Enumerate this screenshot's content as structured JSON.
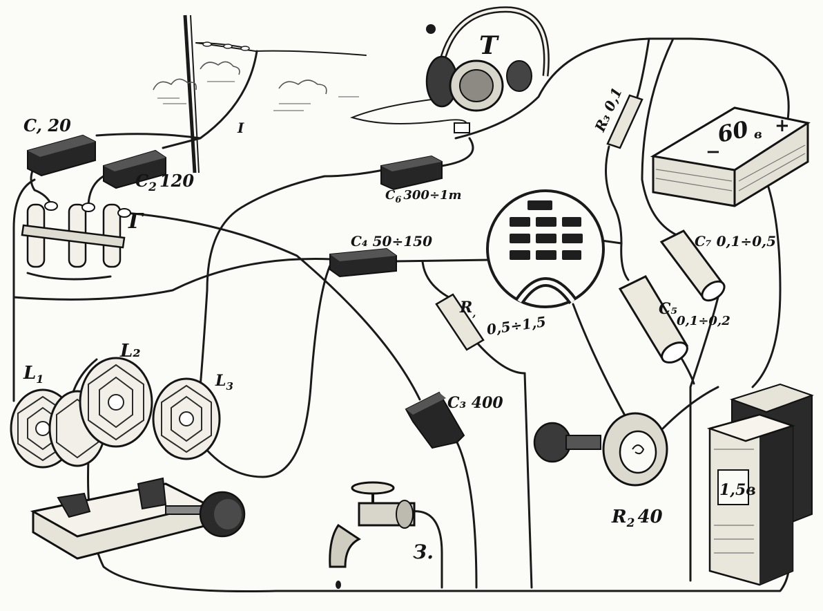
{
  "labels": {
    "T": "T",
    "C1": "C, 20",
    "C2": "C",
    "C2_sub": "2",
    "C2_val": "120",
    "coil_switch": "Г",
    "C6": "C",
    "C6_sub": "6",
    "C6_val": "300÷1т",
    "C4": "C₄ 50÷150",
    "R1": "R",
    "R1_sub": ",",
    "R1_val": "0,5÷1,5",
    "R3": "R₃ 0,1",
    "battery60": "60",
    "battery60_unit": "в",
    "battery60_minus": "−",
    "battery60_plus": "+",
    "C7": "C₇ 0,1÷0,5",
    "C5": "C₅",
    "C5_val": "0,1÷0,2",
    "L1": "L",
    "L1_sub": "1",
    "L2": "L₂",
    "L3": "L",
    "L3_sub": "3",
    "C3": "C₃ 400",
    "R2": "R",
    "R2_sub": "2",
    "R2_val": "40",
    "ground": "З.",
    "battery15": "1,5в",
    "antenna_mark": "I"
  },
  "colors": {
    "ink": "#1a1a1a",
    "paper": "#fbfbf8"
  }
}
